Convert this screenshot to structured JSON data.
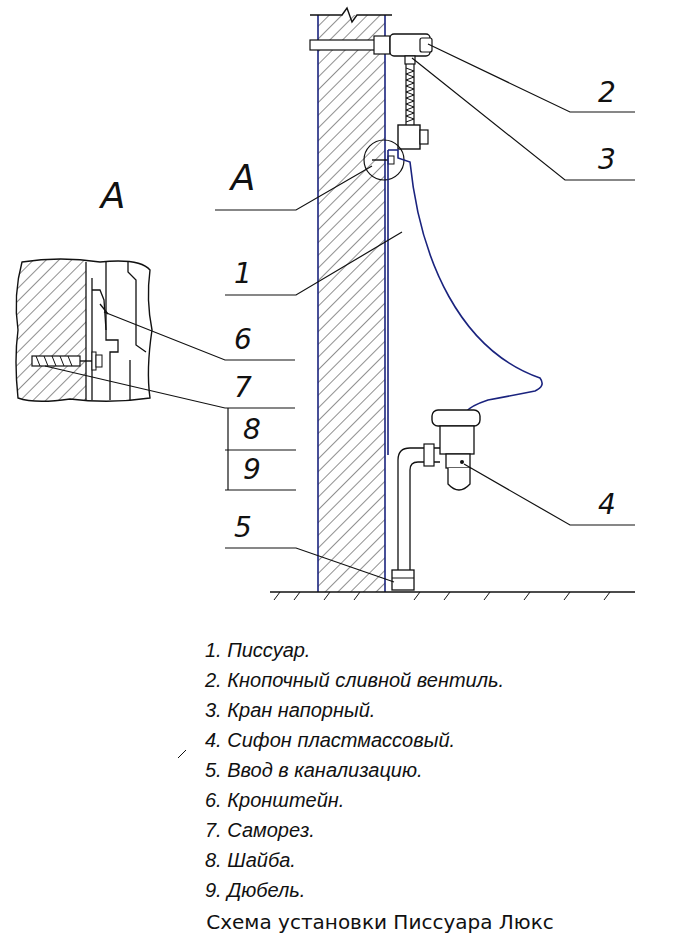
{
  "diagram": {
    "caption": "Схема установки Писсуара Люкс",
    "labels": [
      "A",
      "A",
      "1",
      "2",
      "3",
      "6",
      "7",
      "8",
      "9",
      "4",
      "5",
      "1. Писсуар.",
      "2. Кнопочный сливной вентиль.",
      "3. Кран напорный.",
      "4. Сифон пластмассовый.",
      "5. Ввод в канализацию.",
      "6. Кронштейн.",
      "7. Саморез.",
      "8. Шайба.",
      "9. Дюбель."
    ]
  }
}
